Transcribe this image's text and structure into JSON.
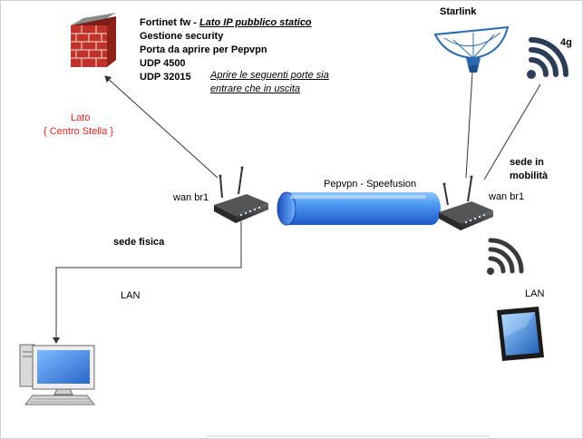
{
  "firewall": {
    "name": "Fortinet fw",
    "separator": " - ",
    "ip_note": "Lato IP pubblico statico",
    "lines": [
      "Gestione security",
      "Porta da aprire per Pepvpn",
      "UDP 4500",
      "UDP 32015"
    ],
    "ports_note_1": "Aprire le seguenti porte sia",
    "ports_note_2": "entrare che in uscita"
  },
  "hub_label": {
    "line1": "Lato",
    "line2": "{ Centro Stella }"
  },
  "left_site": {
    "wan": "wan br1",
    "name": "sede fisica",
    "lan": "LAN"
  },
  "right_site": {
    "wan": "wan br1",
    "name_1": "sede in",
    "name_2": "mobilità",
    "lan": "LAN",
    "cellular": "4g",
    "satellite": "Starlink"
  },
  "tunnel": {
    "label": "Pepvpn  - Speefusion"
  },
  "colors": {
    "hub_text": "#e0261c",
    "tunnel": "#2f6fe0",
    "firewall_brick": "#c0322a",
    "wifi": "#2c3e57"
  }
}
